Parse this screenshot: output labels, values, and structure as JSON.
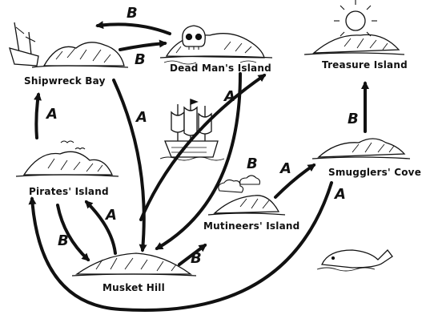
{
  "colors": {
    "ink": "#111111",
    "paper": "#ffffff"
  },
  "islands": {
    "shipwreck_bay": "Shipwreck Bay",
    "dead_mans_island": "Dead Man's Island",
    "treasure_island": "Treasure Island",
    "pirates_island": "Pirates' Island",
    "smugglers_cove": "Smugglers' Cove",
    "mutineers_island": "Mutineers' Island",
    "musket_hill": "Musket Hill"
  },
  "routes": {
    "dead_to_shipwreck": "B",
    "shipwreck_to_dead": "B",
    "pirates_to_shipwreck": "A",
    "shipwreck_to_musket": "A",
    "dead_to_musket": "A",
    "musket_to_dead": "B",
    "mutineers_to_smugglers": "A",
    "smugglers_to_treasure": "B",
    "smugglers_to_pirates": "A",
    "pirates_to_musket": "B",
    "musket_to_pirates": "A",
    "musket_to_mutineers": "B"
  },
  "icons": [
    "sun-icon",
    "skull-icon",
    "shipwreck-icon",
    "pirate-ship-icon",
    "whale-icon",
    "cloud-icon",
    "seagull-icon"
  ]
}
